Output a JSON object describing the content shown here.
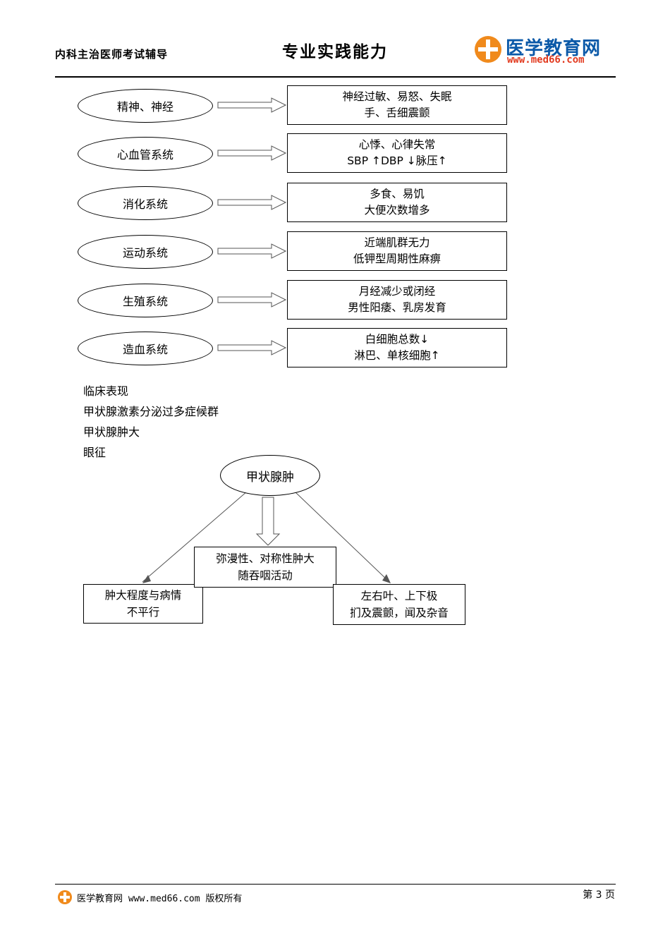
{
  "header": {
    "left_title": "内科主治医师考试辅导",
    "center_title": "专业实践能力",
    "logo_text": "医学教育网",
    "logo_url": "www.med66.com"
  },
  "diagram1": {
    "rows": [
      {
        "system": "精神、神经",
        "lines": [
          "神经过敏、易怒、失眠",
          "手、舌细震颤"
        ]
      },
      {
        "system": "心血管系统",
        "lines": [
          "心悸、心律失常",
          "SBP ↑DBP ↓脉压↑"
        ]
      },
      {
        "system": "消化系统",
        "lines": [
          "多食、易饥",
          "大便次数增多"
        ]
      },
      {
        "system": "运动系统",
        "lines": [
          "近端肌群无力",
          "低钾型周期性麻痹"
        ]
      },
      {
        "system": "生殖系统",
        "lines": [
          "月经减少或闭经",
          "男性阳痿、乳房发育"
        ]
      },
      {
        "system": "造血系统",
        "lines": [
          "白细胞总数↓",
          "淋巴、单核细胞↑"
        ]
      }
    ]
  },
  "body_text": [
    "临床表现",
    "甲状腺激素分泌过多症候群",
    "甲状腺肿大",
    "眼征"
  ],
  "diagram2": {
    "root": "甲状腺肿",
    "left": [
      "肿大程度与病情",
      "不平行"
    ],
    "middle": [
      "弥漫性、对称性肿大",
      "随吞咽活动"
    ],
    "right": [
      "左右叶、上下极",
      "扪及震颤，闻及杂音"
    ]
  },
  "footer": {
    "text": "医学教育网 www.med66.com 版权所有",
    "page_number": "第 3 页"
  }
}
